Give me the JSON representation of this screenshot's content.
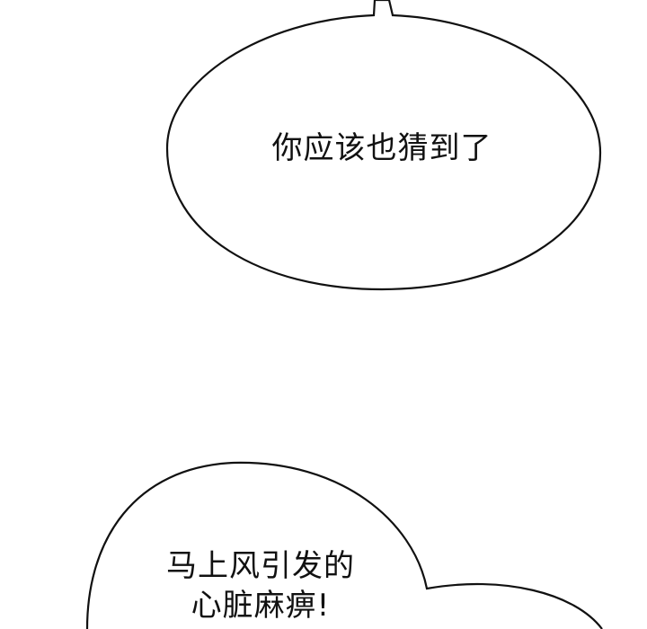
{
  "panel": {
    "background": "#ffffff",
    "outline_color": "#111111",
    "bubbles": [
      {
        "id": "bubble-1",
        "shape": "oval-with-tail-up",
        "lines": [
          "你应该也猜到了"
        ]
      },
      {
        "id": "bubble-2",
        "shape": "cloud-double-lobe",
        "lines": [
          "马上风引发的",
          "心脏麻痹!"
        ]
      }
    ]
  }
}
